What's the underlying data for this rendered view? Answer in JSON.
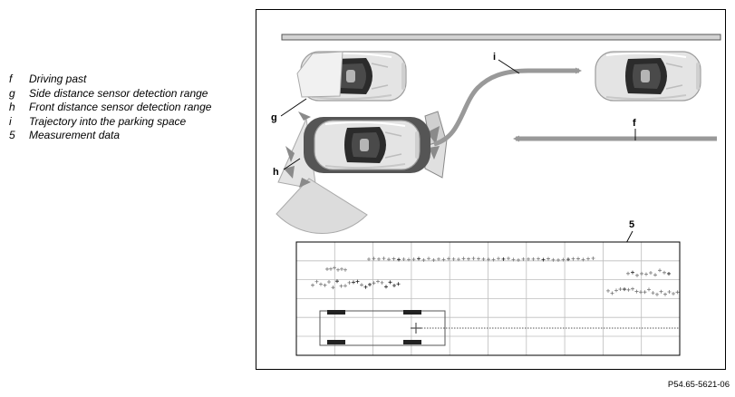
{
  "legend": [
    {
      "key": "f",
      "text": "Driving past"
    },
    {
      "key": "g",
      "text": "Side distance sensor detection range"
    },
    {
      "key": "h",
      "text": "Front distance sensor detection range"
    },
    {
      "key": "i",
      "text": "Trajectory into the parking space"
    },
    {
      "key": "5",
      "text": "Measurement data"
    }
  ],
  "labels": {
    "f": "f",
    "g": "g",
    "h": "h",
    "i": "i",
    "five": "5"
  },
  "reference": "P54.65-5621-06",
  "colors": {
    "car_body": "#e4e4e4",
    "cabin": "#2b2b2b",
    "arrow": "#999999",
    "sensor_cone": "#d9d9d9",
    "sensor_dark": "#8a8a8a",
    "grid": "#bdbdbd"
  }
}
